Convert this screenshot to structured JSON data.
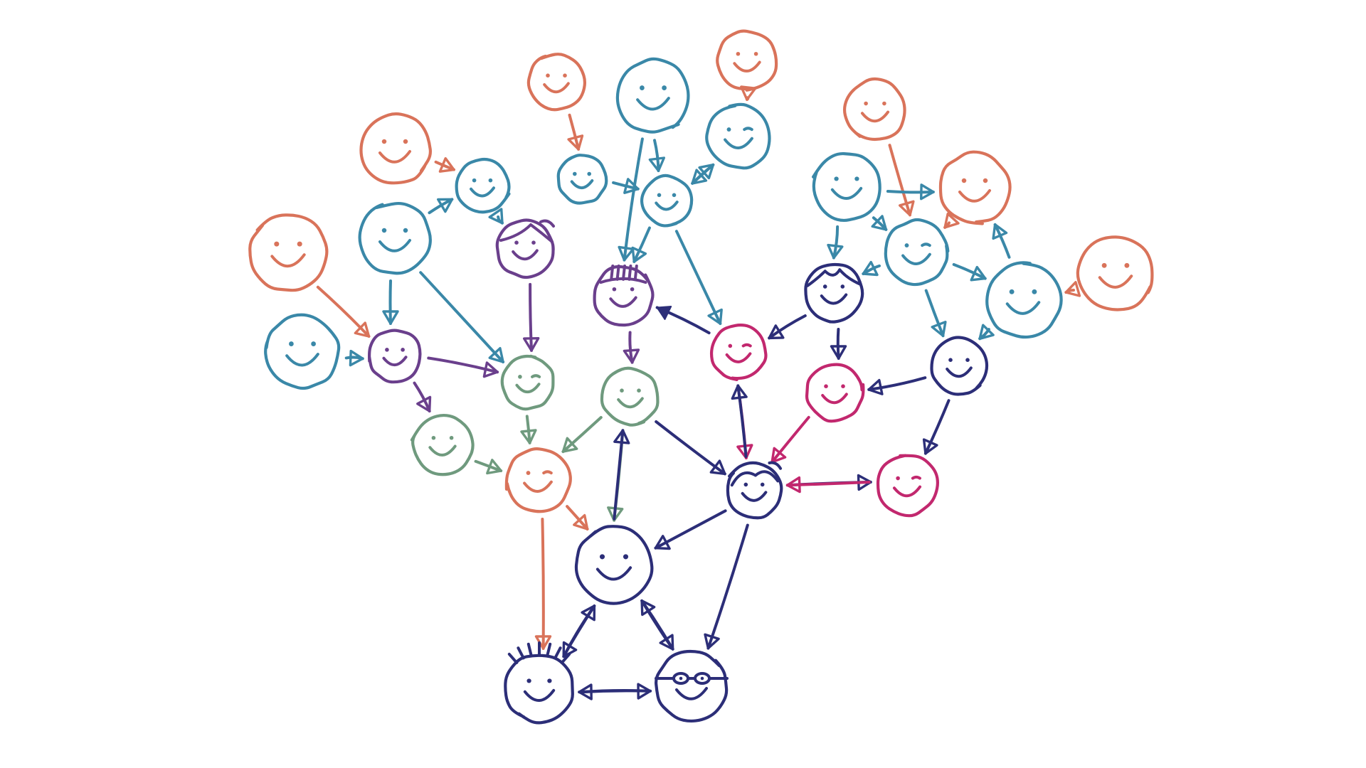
{
  "palette": {
    "orange": "#D9735A",
    "blue": "#3A88A8",
    "purple": "#6A3F8C",
    "green": "#6F9A7E",
    "magenta": "#C2286E",
    "navy": "#2C2E78"
  },
  "faces": [
    {
      "id": "o_top_left",
      "color": "orange",
      "eye_style": "dots",
      "hair": "none",
      "wink": false
    },
    {
      "id": "o_left",
      "color": "orange",
      "eye_style": "dots",
      "hair": "none",
      "wink": false
    },
    {
      "id": "o_top1",
      "color": "orange",
      "eye_style": "dots",
      "hair": "none",
      "wink": false
    },
    {
      "id": "o_top2",
      "color": "orange",
      "eye_style": "dots",
      "hair": "none",
      "wink": false
    },
    {
      "id": "o_right_top",
      "color": "orange",
      "eye_style": "dots",
      "hair": "none",
      "wink": false
    },
    {
      "id": "o_right_mid",
      "color": "orange",
      "eye_style": "dots",
      "hair": "none",
      "wink": false
    },
    {
      "id": "o_far_right",
      "color": "orange",
      "eye_style": "dots",
      "hair": "none",
      "wink": false
    },
    {
      "id": "o_center",
      "color": "orange",
      "eye_style": "dots",
      "hair": "none",
      "wink": true
    },
    {
      "id": "b_left",
      "color": "blue",
      "eye_style": "dots",
      "hair": "none",
      "wink": false
    },
    {
      "id": "b_upper_left",
      "color": "blue",
      "eye_style": "dots",
      "hair": "none",
      "wink": false
    },
    {
      "id": "b_small_left",
      "color": "blue",
      "eye_style": "dots",
      "hair": "none",
      "wink": false
    },
    {
      "id": "b_top_mid",
      "color": "blue",
      "eye_style": "dots",
      "hair": "none",
      "wink": false
    },
    {
      "id": "b_mid1",
      "color": "blue",
      "eye_style": "dots",
      "hair": "none",
      "wink": false
    },
    {
      "id": "b_mid2",
      "color": "blue",
      "eye_style": "dots",
      "hair": "none",
      "wink": false
    },
    {
      "id": "b_top_right",
      "color": "blue",
      "eye_style": "dots",
      "hair": "none",
      "wink": true
    },
    {
      "id": "b_right_big",
      "color": "blue",
      "eye_style": "dots",
      "hair": "none",
      "wink": false
    },
    {
      "id": "b_right_small",
      "color": "blue",
      "eye_style": "dots",
      "hair": "none",
      "wink": true
    },
    {
      "id": "b_right_far",
      "color": "blue",
      "eye_style": "dots",
      "hair": "none",
      "wink": false
    },
    {
      "id": "p_hair_left",
      "color": "purple",
      "eye_style": "dots",
      "hair": "swoop",
      "wink": false
    },
    {
      "id": "p_left",
      "color": "purple",
      "eye_style": "dots",
      "hair": "none",
      "wink": false
    },
    {
      "id": "p_center",
      "color": "purple",
      "eye_style": "dots",
      "hair": "spiky",
      "wink": false
    },
    {
      "id": "g_left",
      "color": "green",
      "eye_style": "dots",
      "hair": "none",
      "wink": false
    },
    {
      "id": "g_mid",
      "color": "green",
      "eye_style": "dots",
      "hair": "none",
      "wink": true
    },
    {
      "id": "g_center",
      "color": "green",
      "eye_style": "dots",
      "hair": "none",
      "wink": false
    },
    {
      "id": "m_center",
      "color": "magenta",
      "eye_style": "dots",
      "hair": "none",
      "wink": true
    },
    {
      "id": "m_right",
      "color": "magenta",
      "eye_style": "dots",
      "hair": "none",
      "wink": false
    },
    {
      "id": "m_low_right",
      "color": "magenta",
      "eye_style": "dots",
      "hair": "none",
      "wink": true
    },
    {
      "id": "n_right_hair",
      "color": "navy",
      "eye_style": "dots",
      "hair": "mop",
      "wink": false
    },
    {
      "id": "n_right",
      "color": "navy",
      "eye_style": "dots",
      "hair": "none",
      "wink": false
    },
    {
      "id": "n_mid_hair",
      "color": "navy",
      "eye_style": "dots",
      "hair": "curl",
      "wink": false
    },
    {
      "id": "n_bottom_top",
      "color": "navy",
      "eye_style": "dots",
      "hair": "none",
      "wink": false
    },
    {
      "id": "n_bottom_left",
      "color": "navy",
      "eye_style": "dots",
      "hair": "spikes",
      "wink": false
    },
    {
      "id": "n_bottom_right",
      "color": "navy",
      "eye_style": "glasses",
      "hair": "none",
      "wink": false
    }
  ],
  "edges": [
    {
      "from": "o_top_left",
      "to": "b_small_left",
      "color": "orange",
      "head": "open"
    },
    {
      "from": "o_left",
      "to": "p_left",
      "color": "orange",
      "head": "open"
    },
    {
      "from": "o_top1",
      "to": "b_top_mid",
      "color": "orange",
      "head": "open"
    },
    {
      "from": "o_top2",
      "to": "b_top_right",
      "color": "orange",
      "head": "open"
    },
    {
      "from": "o_right_top",
      "to": "b_right_small",
      "color": "orange",
      "head": "open"
    },
    {
      "from": "o_far_right",
      "to": "b_right_far",
      "color": "orange",
      "head": "open"
    },
    {
      "from": "o_right_mid",
      "to": "b_right_small",
      "color": "orange",
      "head": "open"
    },
    {
      "from": "b_upper_left",
      "to": "b_small_left",
      "color": "blue",
      "head": "open"
    },
    {
      "from": "b_upper_left",
      "to": "p_left",
      "color": "blue",
      "head": "open"
    },
    {
      "from": "b_upper_left",
      "to": "g_mid",
      "color": "blue",
      "head": "open"
    },
    {
      "from": "b_left",
      "to": "p_left",
      "color": "blue",
      "head": "open"
    },
    {
      "from": "b_small_left",
      "to": "p_hair_left",
      "color": "blue",
      "head": "open"
    },
    {
      "from": "b_mid1",
      "to": "b_mid2",
      "color": "blue",
      "head": "open"
    },
    {
      "from": "b_mid1",
      "to": "p_center",
      "color": "blue",
      "head": "open"
    },
    {
      "from": "b_top_mid",
      "to": "b_mid2",
      "color": "blue",
      "head": "open"
    },
    {
      "from": "b_mid2",
      "to": "b_top_right",
      "color": "blue",
      "head": "open"
    },
    {
      "from": "b_top_right",
      "to": "b_mid2",
      "color": "blue",
      "head": "open"
    },
    {
      "from": "b_mid2",
      "to": "p_center",
      "color": "blue",
      "head": "open"
    },
    {
      "from": "b_mid2",
      "to": "m_center",
      "color": "blue",
      "head": "open"
    },
    {
      "from": "b_right_big",
      "to": "o_right_mid",
      "color": "blue",
      "head": "open"
    },
    {
      "from": "b_right_big",
      "to": "b_right_small",
      "color": "blue",
      "head": "open"
    },
    {
      "from": "b_right_big",
      "to": "n_right_hair",
      "color": "blue",
      "head": "open"
    },
    {
      "from": "b_right_small",
      "to": "n_right_hair",
      "color": "blue",
      "head": "open"
    },
    {
      "from": "b_right_small",
      "to": "b_right_far",
      "color": "blue",
      "head": "open"
    },
    {
      "from": "b_right_small",
      "to": "n_right",
      "color": "blue",
      "head": "open"
    },
    {
      "from": "b_right_far",
      "to": "o_right_mid",
      "color": "blue",
      "head": "open"
    },
    {
      "from": "b_right_far",
      "to": "n_right",
      "color": "blue",
      "head": "open"
    },
    {
      "from": "p_left",
      "to": "g_mid",
      "color": "purple",
      "head": "open"
    },
    {
      "from": "p_left",
      "to": "g_left",
      "color": "purple",
      "head": "open"
    },
    {
      "from": "p_hair_left",
      "to": "g_mid",
      "color": "purple",
      "head": "open"
    },
    {
      "from": "p_center",
      "to": "g_center",
      "color": "purple",
      "head": "open"
    },
    {
      "from": "g_left",
      "to": "o_center",
      "color": "green",
      "head": "open"
    },
    {
      "from": "g_mid",
      "to": "o_center",
      "color": "green",
      "head": "open"
    },
    {
      "from": "g_center",
      "to": "o_center",
      "color": "green",
      "head": "open"
    },
    {
      "from": "g_center",
      "to": "n_bottom_top",
      "color": "green",
      "head": "open"
    },
    {
      "from": "o_center",
      "to": "n_bottom_top",
      "color": "orange",
      "head": "open"
    },
    {
      "from": "o_center",
      "to": "n_bottom_left",
      "color": "orange",
      "head": "open"
    },
    {
      "from": "m_center",
      "to": "p_center",
      "color": "navy",
      "head": "solid"
    },
    {
      "from": "n_right_hair",
      "to": "m_center",
      "color": "navy",
      "head": "open"
    },
    {
      "from": "n_right_hair",
      "to": "m_right",
      "color": "navy",
      "head": "open"
    },
    {
      "from": "n_right",
      "to": "m_right",
      "color": "navy",
      "head": "open"
    },
    {
      "from": "n_right",
      "to": "m_low_right",
      "color": "navy",
      "head": "open"
    },
    {
      "from": "m_center",
      "to": "n_mid_hair",
      "color": "magenta",
      "head": "open"
    },
    {
      "from": "n_mid_hair",
      "to": "m_center",
      "color": "navy",
      "head": "open"
    },
    {
      "from": "m_right",
      "to": "n_mid_hair",
      "color": "magenta",
      "head": "open"
    },
    {
      "from": "n_mid_hair",
      "to": "m_low_right",
      "color": "navy",
      "head": "open"
    },
    {
      "from": "m_low_right",
      "to": "n_mid_hair",
      "color": "magenta",
      "head": "open"
    },
    {
      "from": "g_center",
      "to": "n_mid_hair",
      "color": "navy",
      "head": "open"
    },
    {
      "from": "n_bottom_top",
      "to": "g_center",
      "color": "navy",
      "head": "open"
    },
    {
      "from": "n_mid_hair",
      "to": "n_bottom_top",
      "color": "navy",
      "head": "open"
    },
    {
      "from": "n_mid_hair",
      "to": "n_bottom_right",
      "color": "navy",
      "head": "open"
    },
    {
      "from": "n_bottom_top",
      "to": "n_bottom_left",
      "color": "navy",
      "head": "open"
    },
    {
      "from": "n_bottom_left",
      "to": "n_bottom_top",
      "color": "navy",
      "head": "open"
    },
    {
      "from": "n_bottom_top",
      "to": "n_bottom_right",
      "color": "navy",
      "head": "open"
    },
    {
      "from": "n_bottom_right",
      "to": "n_bottom_top",
      "color": "navy",
      "head": "open"
    },
    {
      "from": "n_bottom_right",
      "to": "n_bottom_left",
      "color": "navy",
      "head": "open"
    },
    {
      "from": "n_bottom_left",
      "to": "n_bottom_right",
      "color": "navy",
      "head": "open"
    }
  ]
}
